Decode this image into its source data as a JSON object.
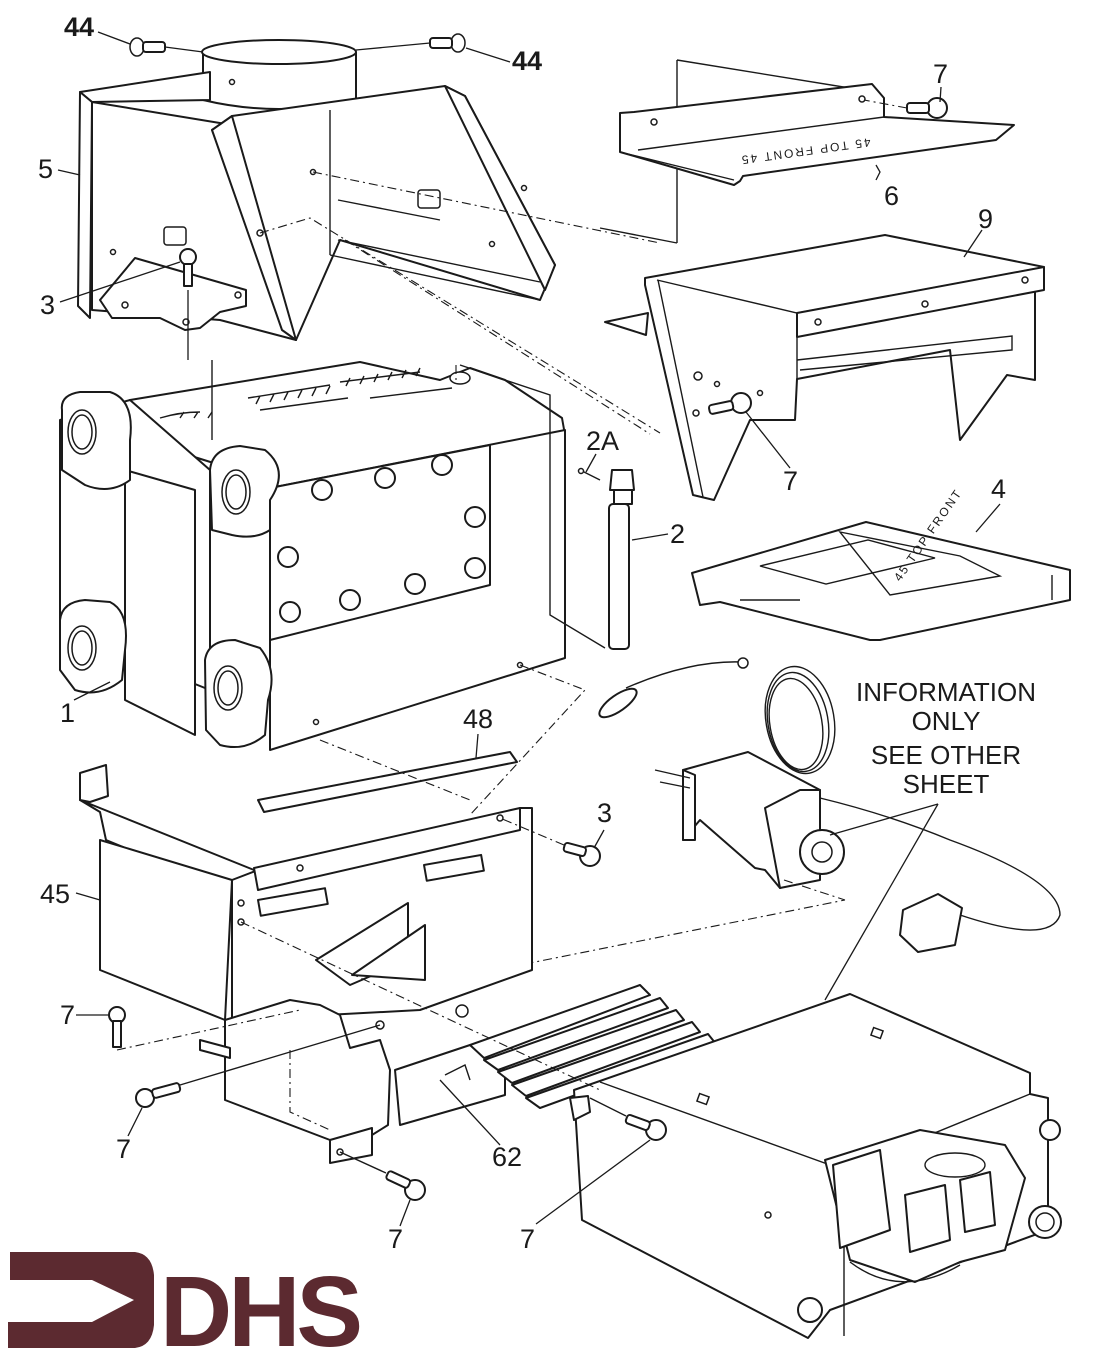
{
  "diagram": {
    "type": "exploded parts diagram",
    "subject": "boiler heat exchanger and burner assembly",
    "colors": {
      "line": "#1a1a1a",
      "background": "#ffffff",
      "logo": "#5c2a30"
    },
    "callouts": [
      {
        "id": "c-44-left",
        "label": "44",
        "part": "screw (flue hood)"
      },
      {
        "id": "c-44-right",
        "label": "44",
        "part": "screw (flue hood)"
      },
      {
        "id": "c-5",
        "label": "5",
        "part": "flue hood"
      },
      {
        "id": "c-3-top",
        "label": "3",
        "part": "screw"
      },
      {
        "id": "c-7-top",
        "label": "7",
        "part": "screw"
      },
      {
        "id": "c-6",
        "label": "6",
        "part": "baffle plate"
      },
      {
        "id": "c-9",
        "label": "9",
        "part": "baffle assembly"
      },
      {
        "id": "c-7-baffle",
        "label": "7",
        "part": "screw"
      },
      {
        "id": "c-2A",
        "label": "2A",
        "part": "retaining clip"
      },
      {
        "id": "c-2",
        "label": "2",
        "part": "thermostat pocket"
      },
      {
        "id": "c-4",
        "label": "4",
        "part": "baffle tray"
      },
      {
        "id": "c-1",
        "label": "1",
        "part": "heat exchanger"
      },
      {
        "id": "c-48",
        "label": "48",
        "part": "seal strip"
      },
      {
        "id": "c-3-mid",
        "label": "3",
        "part": "screw"
      },
      {
        "id": "c-45",
        "label": "45",
        "part": "combustion chamber"
      },
      {
        "id": "c-7-left-a",
        "label": "7",
        "part": "screw"
      },
      {
        "id": "c-7-left-b",
        "label": "7",
        "part": "screw"
      },
      {
        "id": "c-62",
        "label": "62",
        "part": "burner tray"
      },
      {
        "id": "c-7-bottom",
        "label": "7",
        "part": "screw"
      },
      {
        "id": "c-7-burner",
        "label": "7",
        "part": "screw"
      }
    ],
    "stamps": {
      "baffle_6": "45 TOP FRONT 45",
      "tray_4": "45 TOP FRONT"
    },
    "note": {
      "lines": [
        "INFORMATION",
        "ONLY",
        "SEE OTHER",
        "SHEET"
      ]
    },
    "logo": {
      "text": "DHS",
      "icon": "arrow-bracket-icon"
    }
  }
}
